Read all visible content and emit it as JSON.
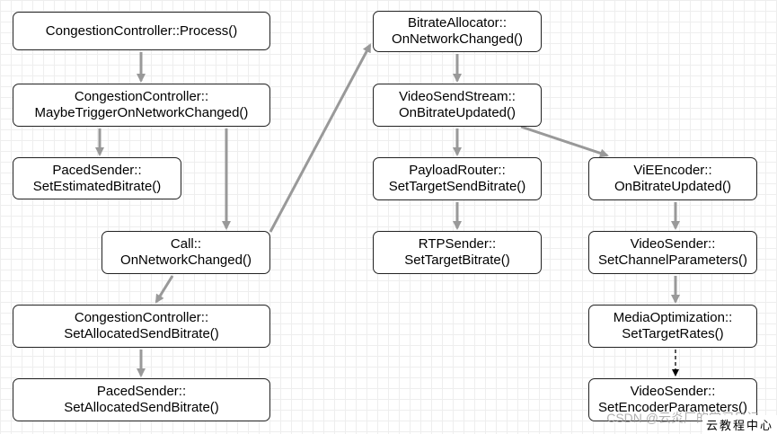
{
  "diagram": {
    "nodes": {
      "cc_process": [
        "CongestionController::Process()"
      ],
      "cc_maybe": [
        "CongestionController::",
        "MaybeTriggerOnNetworkChanged()"
      ],
      "paced_estimated": [
        "PacedSender::",
        "SetEstimatedBitrate()"
      ],
      "call_onnet": [
        "Call::",
        "OnNetworkChanged()"
      ],
      "cc_setalloc": [
        "CongestionController::",
        "SetAllocatedSendBitrate()"
      ],
      "paced_setalloc": [
        "PacedSender::",
        "SetAllocatedSendBitrate()"
      ],
      "bitrate_alloc": [
        "BitrateAllocator::",
        "OnNetworkChanged()"
      ],
      "video_send_stream": [
        "VideoSendStream::",
        "OnBitrateUpdated()"
      ],
      "payload_router": [
        "PayloadRouter::",
        "SetTargetSendBitrate()"
      ],
      "rtp_sender": [
        "RTPSender::",
        "SetTargetBitrate()"
      ],
      "vie_encoder": [
        "ViEEncoder::",
        "OnBitrateUpdated()"
      ],
      "video_sender_channel": [
        "VideoSender::",
        "SetChannelParameters()"
      ],
      "media_opt": [
        "MediaOptimization::",
        "SetTargetRates()"
      ],
      "video_sender_encoder": [
        "VideoSender::",
        "SetEncoderParameters()"
      ]
    },
    "edges": [
      {
        "from": "cc_process",
        "to": "cc_maybe",
        "style": "solid"
      },
      {
        "from": "cc_maybe",
        "to": "paced_estimated",
        "style": "solid"
      },
      {
        "from": "cc_maybe",
        "to": "call_onnet",
        "style": "solid"
      },
      {
        "from": "call_onnet",
        "to": "cc_setalloc",
        "style": "solid"
      },
      {
        "from": "cc_setalloc",
        "to": "paced_setalloc",
        "style": "solid"
      },
      {
        "from": "call_onnet",
        "to": "bitrate_alloc",
        "style": "solid"
      },
      {
        "from": "bitrate_alloc",
        "to": "video_send_stream",
        "style": "solid"
      },
      {
        "from": "video_send_stream",
        "to": "payload_router",
        "style": "solid"
      },
      {
        "from": "video_send_stream",
        "to": "vie_encoder",
        "style": "solid"
      },
      {
        "from": "payload_router",
        "to": "rtp_sender",
        "style": "solid"
      },
      {
        "from": "vie_encoder",
        "to": "video_sender_channel",
        "style": "solid"
      },
      {
        "from": "video_sender_channel",
        "to": "media_opt",
        "style": "solid"
      },
      {
        "from": "media_opt",
        "to": "video_sender_encoder",
        "style": "dashed"
      }
    ],
    "colors": {
      "arrow": "#999999",
      "dashed_arrow": "#000000",
      "box_border": "#222222"
    }
  },
  "watermark": "CSDN @云炎厂的学习日记",
  "corner_label": "云教程中心"
}
